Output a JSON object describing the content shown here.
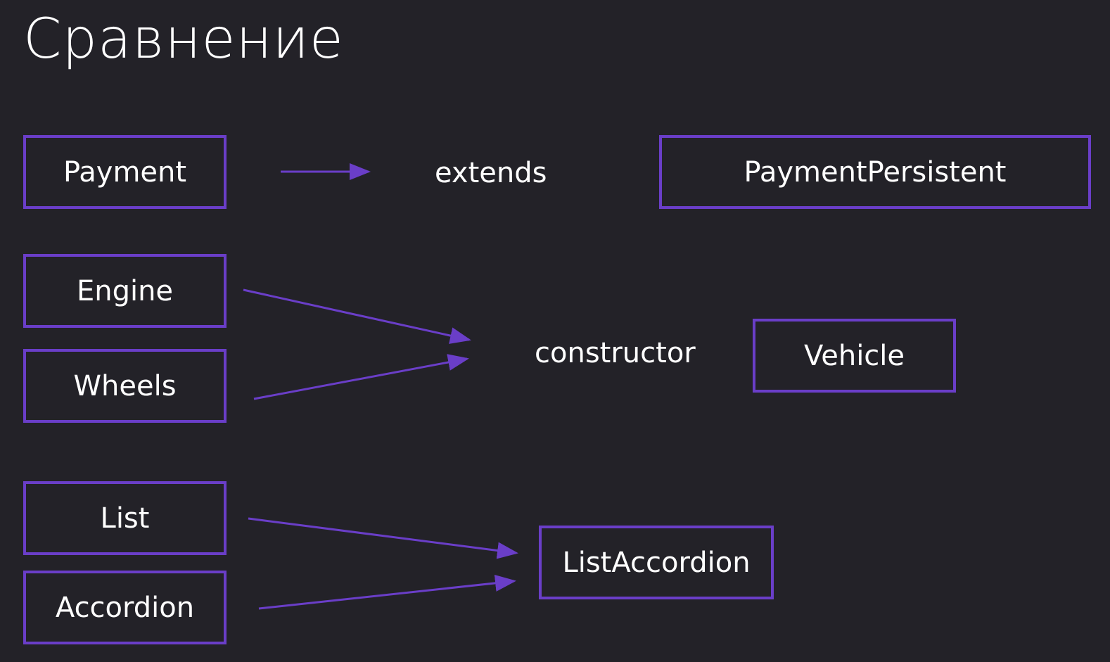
{
  "slide": {
    "title": "Сравнение"
  },
  "rows": {
    "extends": {
      "sources": [
        "Payment"
      ],
      "relation": "extends",
      "target": "PaymentPersistent"
    },
    "constructor": {
      "sources": [
        "Engine",
        "Wheels"
      ],
      "relation": "constructor",
      "target": "Vehicle"
    },
    "composition": {
      "sources": [
        "List",
        "Accordion"
      ],
      "target": "ListAccordion"
    }
  },
  "colors": {
    "background": "#232228",
    "accent": "#6a3ec8",
    "text": "#ffffff"
  }
}
